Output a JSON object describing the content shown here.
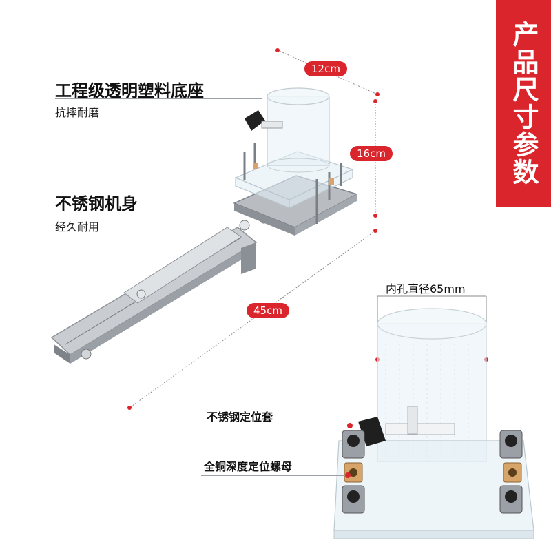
{
  "banner": {
    "title": "产品尺寸参数"
  },
  "features": [
    {
      "title": "工程级透明塑料底座",
      "subtitle": "抗摔耐磨"
    },
    {
      "title": "不锈钢机身",
      "subtitle": "经久耐用"
    }
  ],
  "dimensions": {
    "width": "12cm",
    "height": "16cm",
    "length": "45cm",
    "inner_hole": "内孔直径65mm"
  },
  "callouts": {
    "sleeve": "不锈钢定位套",
    "nut": "全铜深度定位螺母"
  },
  "colors": {
    "accent": "#d9252b",
    "text": "#111111",
    "rule": "#9aa0a6"
  }
}
